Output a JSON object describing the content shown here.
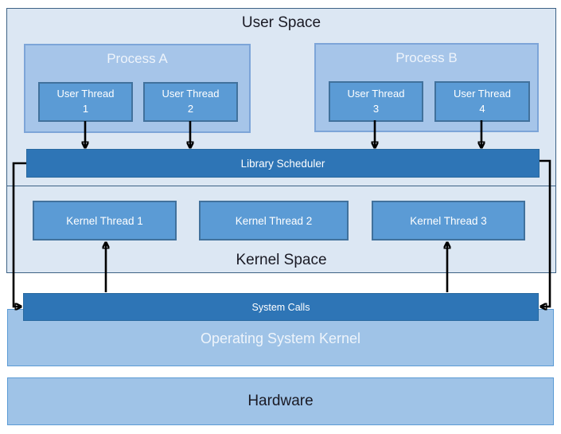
{
  "diagram": {
    "user_space": {
      "label": "User Space"
    },
    "kernel_space": {
      "label": "Kernel Space"
    },
    "process_a": {
      "title": "Process A",
      "threads": [
        {
          "line1": "User Thread",
          "line2": "1"
        },
        {
          "line1": "User Thread",
          "line2": "2"
        }
      ]
    },
    "process_b": {
      "title": "Process B",
      "threads": [
        {
          "line1": "User Thread",
          "line2": "3"
        },
        {
          "line1": "User Thread",
          "line2": "4"
        }
      ]
    },
    "library_scheduler": {
      "label": "Library Scheduler"
    },
    "kernel_threads": [
      {
        "label": "Kernel Thread 1"
      },
      {
        "label": "Kernel Thread 2"
      },
      {
        "label": "Kernel Thread 3"
      }
    ],
    "system_calls": {
      "label": "System Calls"
    },
    "os_kernel": {
      "label": "Operating System Kernel"
    },
    "hardware": {
      "label": "Hardware"
    }
  },
  "colors": {
    "space-fill": "#dce7f3",
    "space-border": "#3d6285",
    "process-fill": "#a6c5e9",
    "process-border": "#7da5d8",
    "thread-fill": "#5b9bd5",
    "thread-border": "#41719c",
    "bar-fill": "#2e75b6",
    "bar-border": "#29699f",
    "panel-fill": "#9fc3e7",
    "panel-border": "#5b9bd5",
    "text-dark": "#1a1a24",
    "text-light": "#eef4fb",
    "text-white": "#ffffff",
    "arrow": "#000000"
  }
}
